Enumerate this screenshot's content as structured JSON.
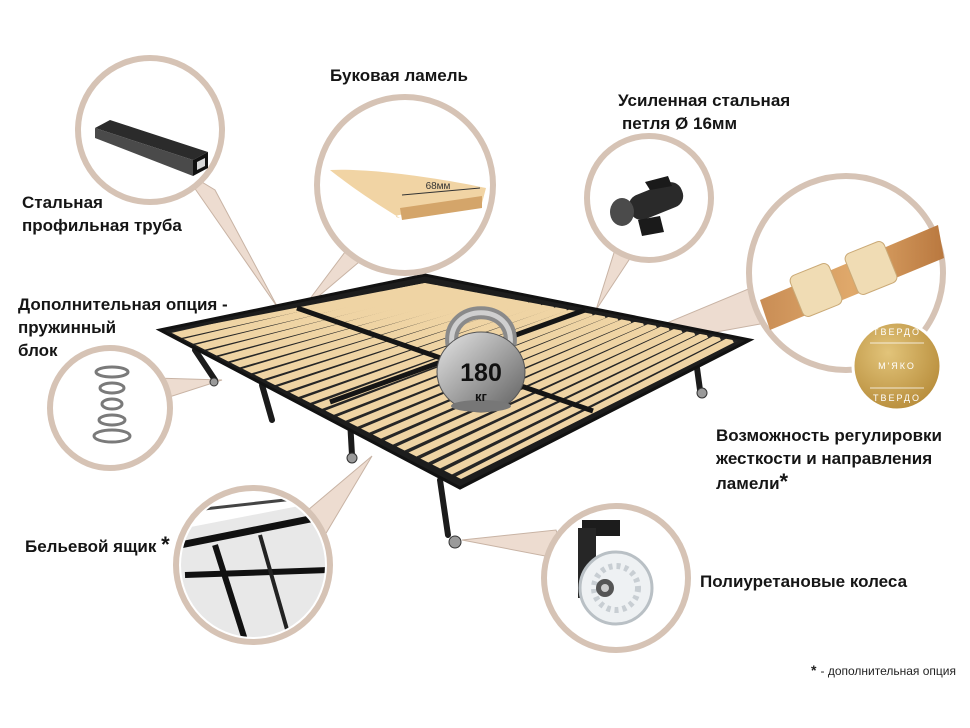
{
  "labels": {
    "beech_slat": "Буковая ламель",
    "steel_loop_line1": "Усиленная стальная",
    "steel_loop_line2": "петля  Ø 16мм",
    "steel_pipe_line1": "Стальная",
    "steel_pipe_line2": "профильная труба",
    "spring_line1": "Дополнительная опция -",
    "spring_line2": "пружинный",
    "spring_line3": "блок",
    "stiffness_line1": "Возможность регулировки",
    "stiffness_line2": "жесткости и направления",
    "stiffness_line3": "ламели",
    "stiffness_star": "*",
    "linen_box": "Бельевой ящик",
    "linen_star": "*",
    "wheels": "Полиуретановые колеса"
  },
  "slat_width": "68мм",
  "kettlebell": {
    "value": "180",
    "unit": "кг"
  },
  "stiffness_seal": {
    "top": "ТВЕРДО",
    "middle": "М'ЯКО",
    "bottom": "ТВЕРДО"
  },
  "footnote": {
    "star": "*",
    "text": "- дополнительная опция"
  },
  "colors": {
    "callout_fill": "#eddcd0",
    "frame": "#1b1b1b",
    "slat": "#efd4a4",
    "seal": "#c9a24f"
  }
}
